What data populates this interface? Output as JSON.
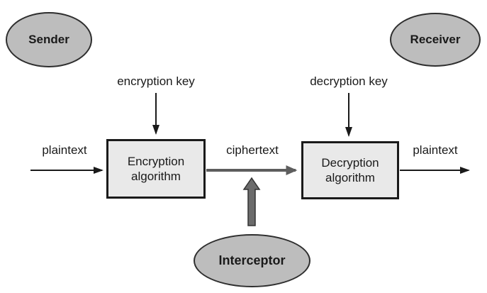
{
  "diagram": {
    "description": "Symmetric encryption model with interceptor",
    "nodes": {
      "sender": {
        "label": "Sender"
      },
      "receiver": {
        "label": "Receiver"
      },
      "interceptor": {
        "label": "Interceptor"
      },
      "encryption_box": {
        "lines": [
          "Encryption",
          "algorithm"
        ]
      },
      "decryption_box": {
        "lines": [
          "Decryption",
          "algorithm"
        ]
      }
    },
    "labels": {
      "encryption_key": "encryption key",
      "decryption_key": "decryption key",
      "plaintext_input": "plaintext",
      "ciphertext": "ciphertext",
      "plaintext_output": "plaintext"
    },
    "colors": {
      "background": "#ffffff",
      "ellipse_fill": "#bdbdbd",
      "ellipse_border": "#2e2e2e",
      "box_fill": "#e9e9e9",
      "box_border": "#1a1a1a",
      "black_arrow": "#1a1a1a",
      "gray_arrow": "#5e5e5e",
      "text": "#1a1a1a"
    }
  }
}
